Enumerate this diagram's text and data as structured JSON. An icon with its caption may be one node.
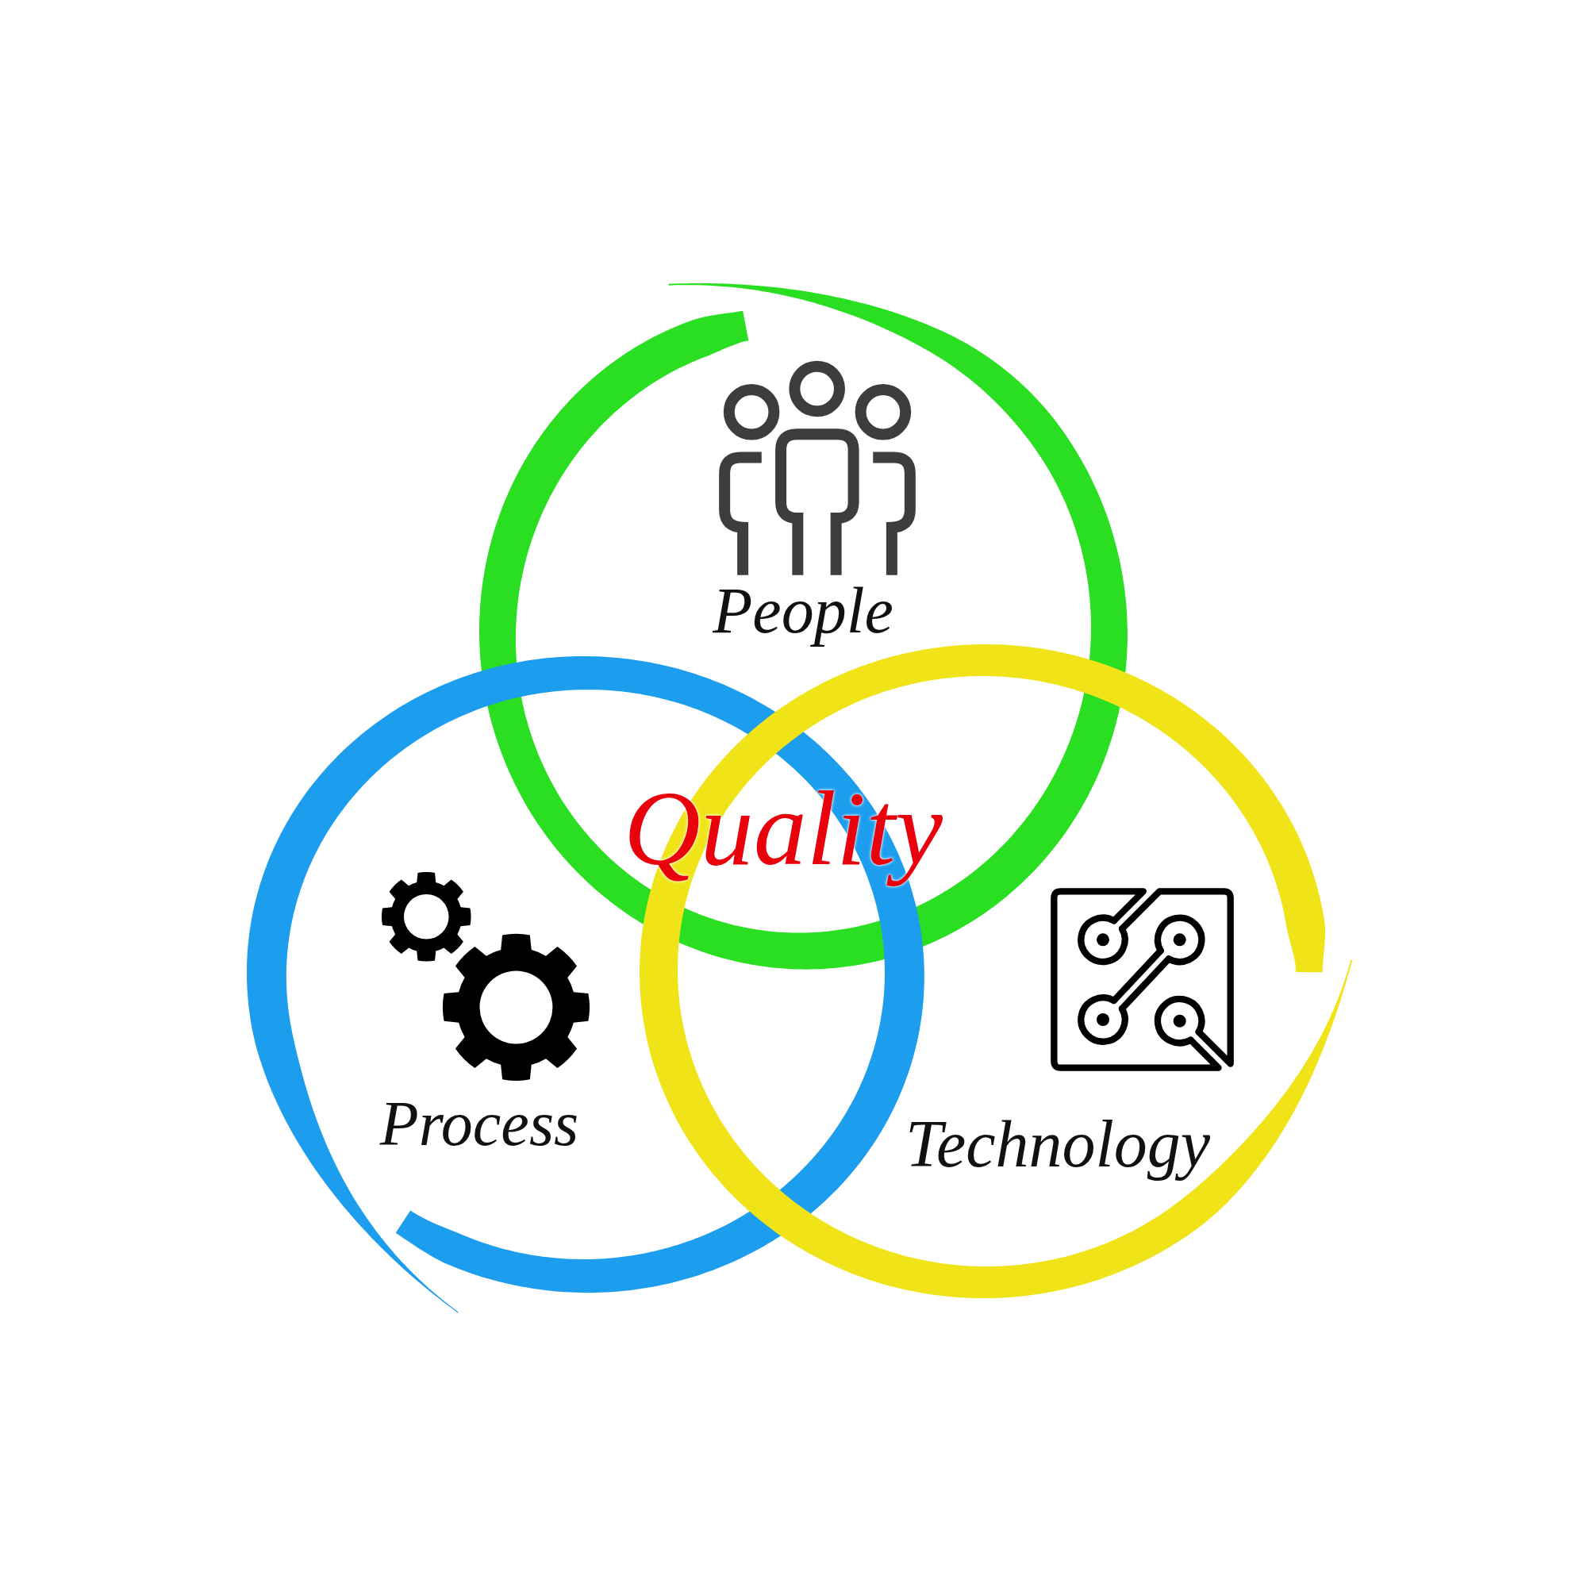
{
  "diagram": {
    "nodes": [
      {
        "text": [
          "People"
        ]
      },
      {
        "text": [
          "Process"
        ]
      },
      {
        "text": [
          "Technology"
        ]
      }
    ],
    "labels": [
      "Quality"
    ]
  }
}
